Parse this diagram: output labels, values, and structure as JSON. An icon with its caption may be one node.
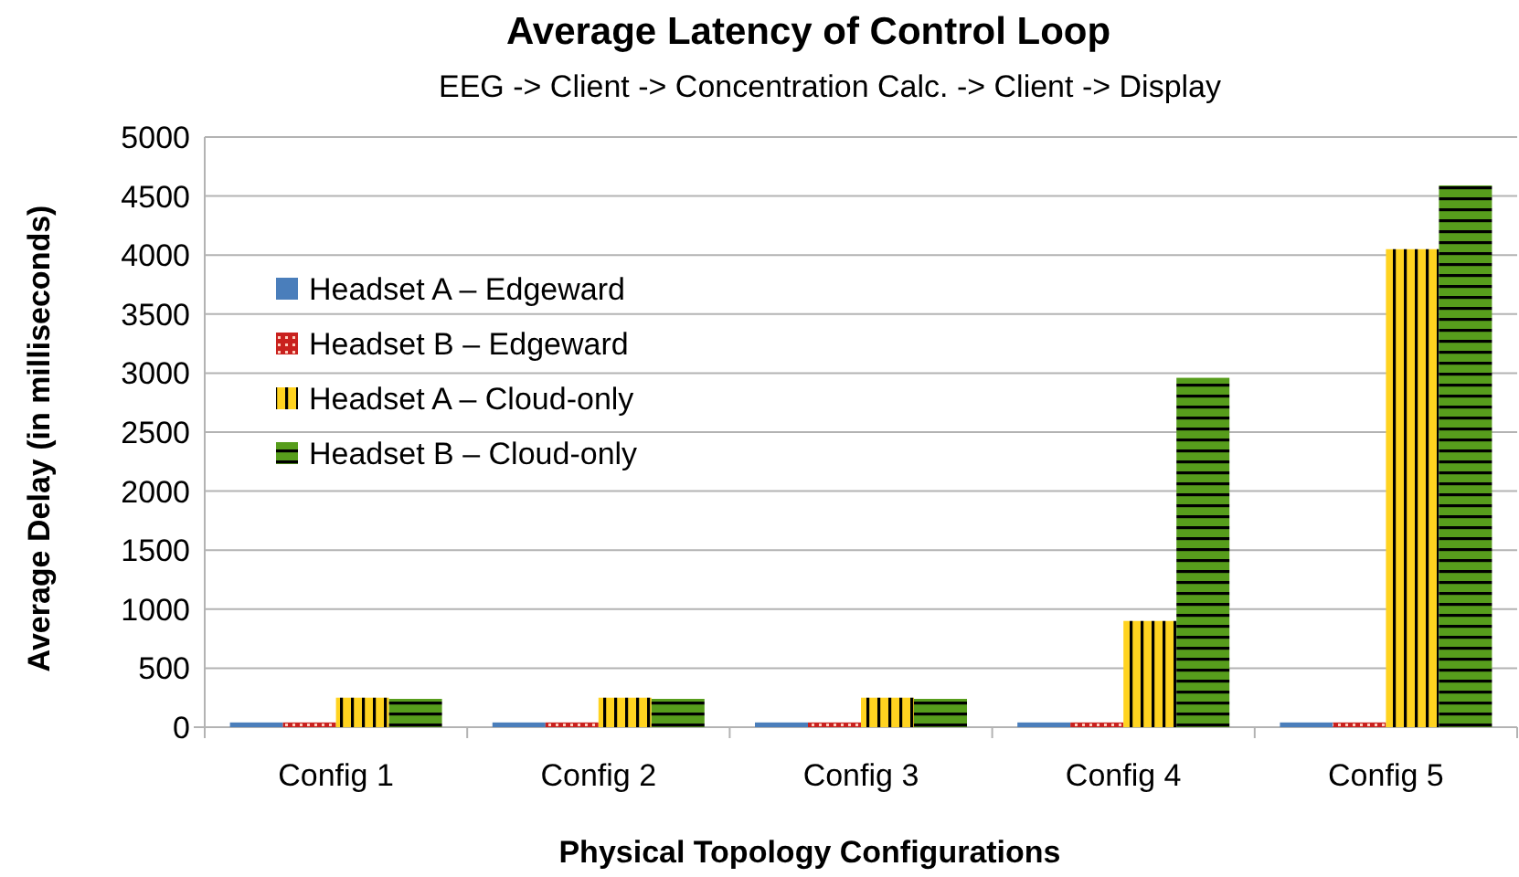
{
  "diagram": {
    "labels": [
      "EEG -> Client -> Concentration Calc. ->  Client -> Display"
    ],
    "chart_data": {
      "type": "bar",
      "title": "Average Latency of Control Loop",
      "xlabel": "Physical Topology Configurations",
      "ylabel": "Average Delay (in milliseconds)",
      "categories": [
        "Config 1",
        "Config 2",
        "Config 3",
        "Config 4",
        "Config 5"
      ],
      "series": [
        {
          "name": "Headset A – Edgeward",
          "color": "#4a7ebb",
          "values": [
            40,
            40,
            40,
            40,
            40
          ]
        },
        {
          "name": "Headset B – Edgeward",
          "color": "#c9211e",
          "values": [
            40,
            40,
            40,
            40,
            40
          ]
        },
        {
          "name": "Headset A – Cloud-only",
          "color": "#ffd320",
          "values": [
            250,
            250,
            250,
            900,
            4050
          ]
        },
        {
          "name": "Headset B – Cloud-only",
          "color": "#579d1c",
          "values": [
            240,
            240,
            240,
            2960,
            4590
          ]
        }
      ],
      "grid": true,
      "legend": "inside-left",
      "ylim": [
        0,
        5000
      ],
      "yticks": [
        0,
        500,
        1000,
        1500,
        2000,
        2500,
        3000,
        3500,
        4000,
        4500,
        5000
      ]
    }
  }
}
